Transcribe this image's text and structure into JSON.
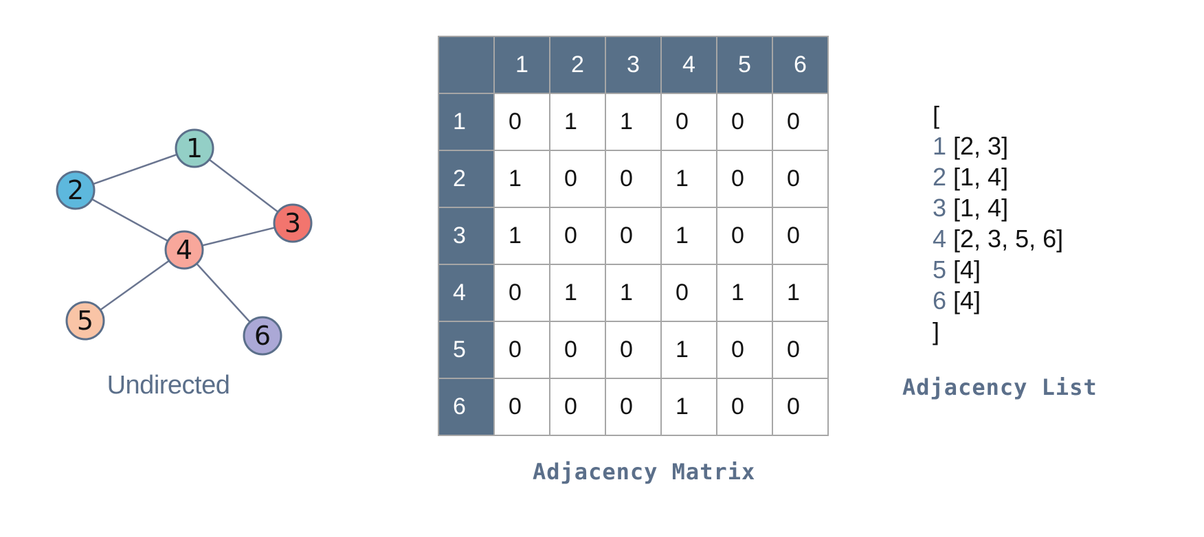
{
  "graph": {
    "caption": "Undirected",
    "nodes": [
      {
        "label": "1",
        "color": "#93cfc6"
      },
      {
        "label": "2",
        "color": "#5db8dd"
      },
      {
        "label": "3",
        "color": "#f2756e"
      },
      {
        "label": "4",
        "color": "#f8a79b"
      },
      {
        "label": "5",
        "color": "#f9c4a6"
      },
      {
        "label": "6",
        "color": "#aba8d6"
      }
    ],
    "edges": [
      [
        "1",
        "2"
      ],
      [
        "1",
        "3"
      ],
      [
        "2",
        "4"
      ],
      [
        "3",
        "4"
      ],
      [
        "4",
        "5"
      ],
      [
        "4",
        "6"
      ]
    ],
    "node_stroke": "#5b6f8a",
    "edge_color": "#6a7590"
  },
  "matrix": {
    "caption": "Adjacency Matrix",
    "col_headers": [
      "1",
      "2",
      "3",
      "4",
      "5",
      "6"
    ],
    "rows": [
      {
        "label": "1",
        "values": [
          "0",
          "1",
          "1",
          "0",
          "0",
          "0"
        ]
      },
      {
        "label": "2",
        "values": [
          "1",
          "0",
          "0",
          "1",
          "0",
          "0"
        ]
      },
      {
        "label": "3",
        "values": [
          "1",
          "0",
          "0",
          "1",
          "0",
          "0"
        ]
      },
      {
        "label": "4",
        "values": [
          "0",
          "1",
          "1",
          "0",
          "1",
          "1"
        ]
      },
      {
        "label": "5",
        "values": [
          "0",
          "0",
          "0",
          "1",
          "0",
          "0"
        ]
      },
      {
        "label": "6",
        "values": [
          "0",
          "0",
          "0",
          "1",
          "0",
          "0"
        ]
      }
    ],
    "header_color": "#587088"
  },
  "adjacency_list": {
    "caption": "Adjacency List",
    "open": "[",
    "close": "]",
    "entries": [
      {
        "key": "1",
        "value": "[2, 3]"
      },
      {
        "key": "2",
        "value": "[1, 4]"
      },
      {
        "key": "3",
        "value": "[1, 4]"
      },
      {
        "key": "4",
        "value": "[2, 3, 5, 6]"
      },
      {
        "key": "5",
        "value": "[4]"
      },
      {
        "key": "6",
        "value": "[4]"
      }
    ]
  }
}
